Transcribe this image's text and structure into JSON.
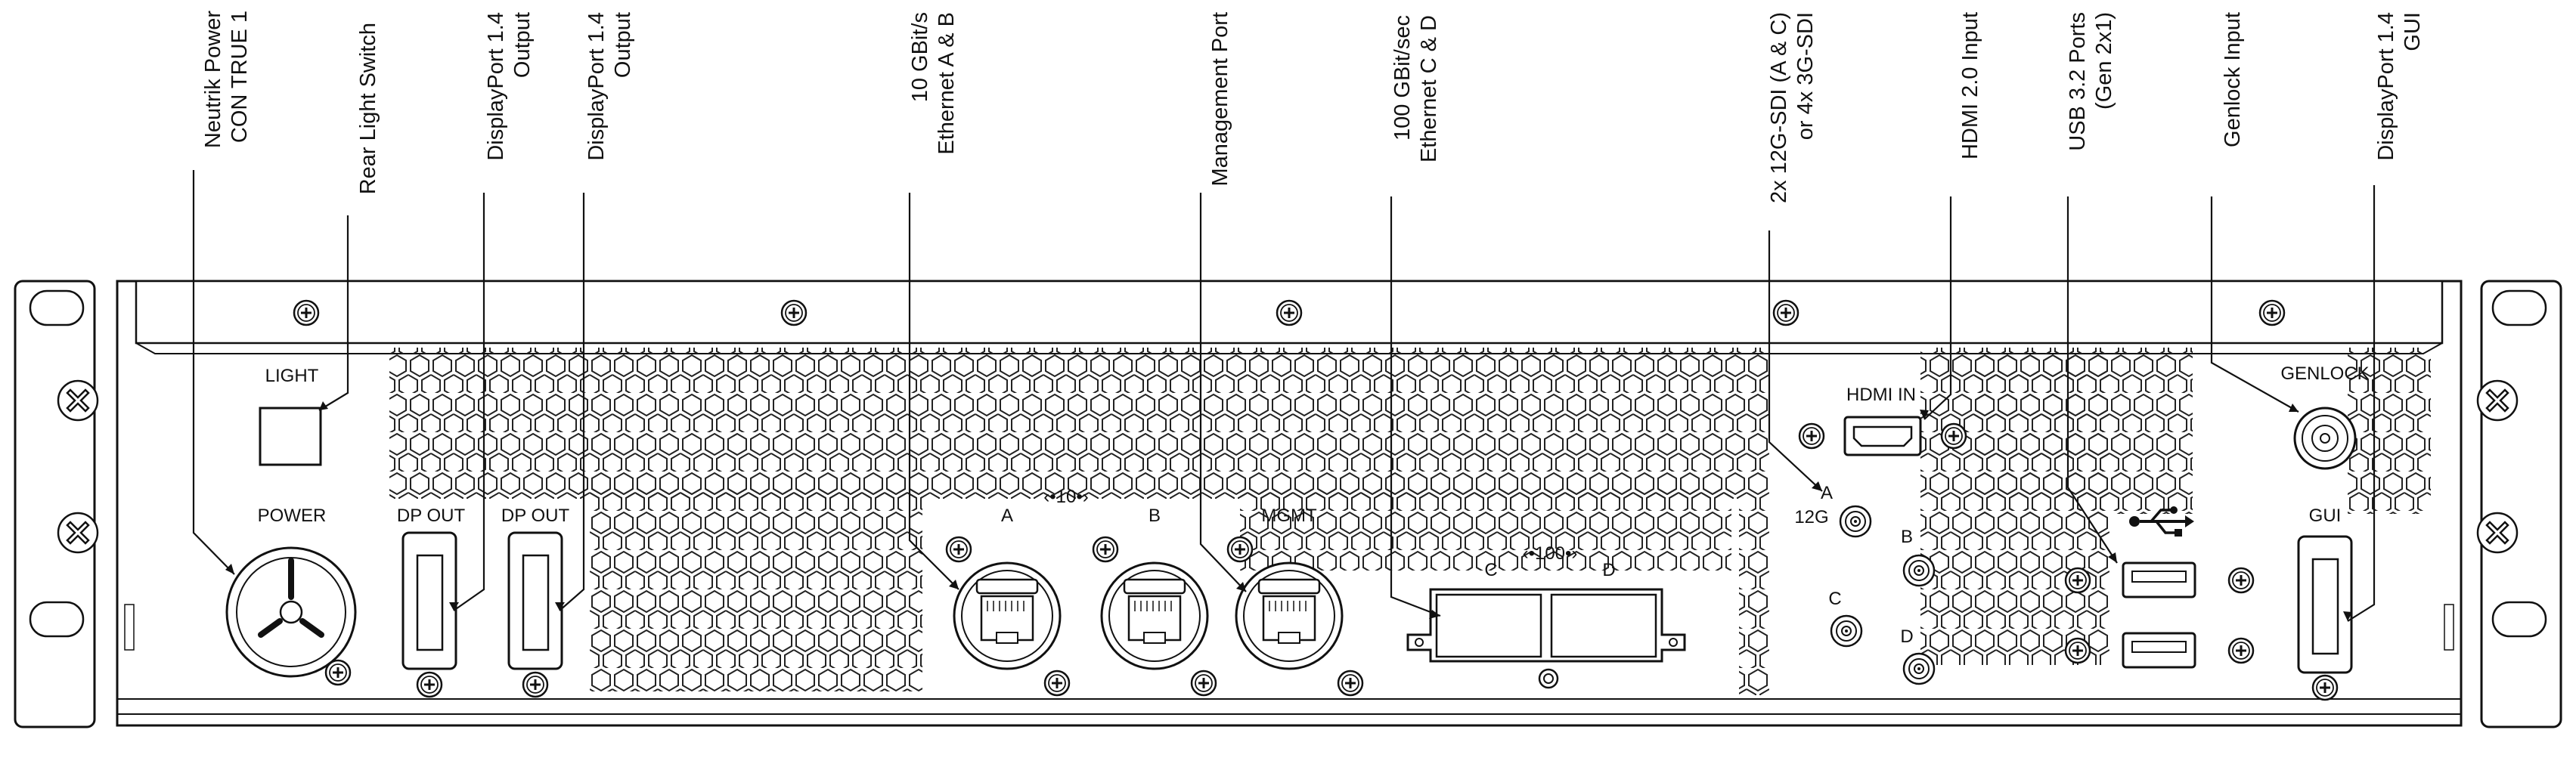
{
  "callouts": [
    {
      "id": "neutrik",
      "lines": [
        "Neutrik Power",
        "CON TRUE 1"
      ]
    },
    {
      "id": "rear-light",
      "lines": [
        "Rear Light Switch"
      ]
    },
    {
      "id": "dp-out-1",
      "lines": [
        "DisplayPort 1.4",
        "Output"
      ]
    },
    {
      "id": "dp-out-2",
      "lines": [
        "DisplayPort 1.4",
        "Output"
      ]
    },
    {
      "id": "eth-10g",
      "lines": [
        "10 GBit/s",
        "Ethernet A & B"
      ]
    },
    {
      "id": "mgmt",
      "lines": [
        "Management Port"
      ]
    },
    {
      "id": "eth-100g",
      "lines": [
        "100 GBit/sec",
        "Ethernet C & D"
      ]
    },
    {
      "id": "sdi",
      "lines": [
        "2x 12G-SDI (A & C)",
        "or 4x 3G-SDI"
      ]
    },
    {
      "id": "hdmi",
      "lines": [
        "HDMI 2.0 Input"
      ]
    },
    {
      "id": "usb",
      "lines": [
        "USB 3.2 Ports",
        "(Gen 2x1)"
      ]
    },
    {
      "id": "genlock",
      "lines": [
        "Genlock Input"
      ]
    },
    {
      "id": "dp-gui",
      "lines": [
        "DisplayPort 1.4",
        "GUI"
      ]
    }
  ],
  "panel_labels": {
    "light": "LIGHT",
    "power": "POWER",
    "dp_out_1": "DP OUT",
    "dp_out_2": "DP OUT",
    "group_10": "‹•10•›",
    "port_a": "A",
    "port_b": "B",
    "mgmt": "MGMT",
    "group_100": "‹•100•›",
    "port_c": "C",
    "port_d": "D",
    "hdmi_in": "HDMI IN",
    "sdi_a": "A",
    "sdi_12g": "12G",
    "sdi_b": "B",
    "sdi_c": "C",
    "sdi_d": "D",
    "genlock": "GENLOCK",
    "gui": "GUI"
  },
  "icons": [
    "screw-icon",
    "rack-screw-icon",
    "usb-icon",
    "rj45-port-icon",
    "powercon-icon"
  ]
}
